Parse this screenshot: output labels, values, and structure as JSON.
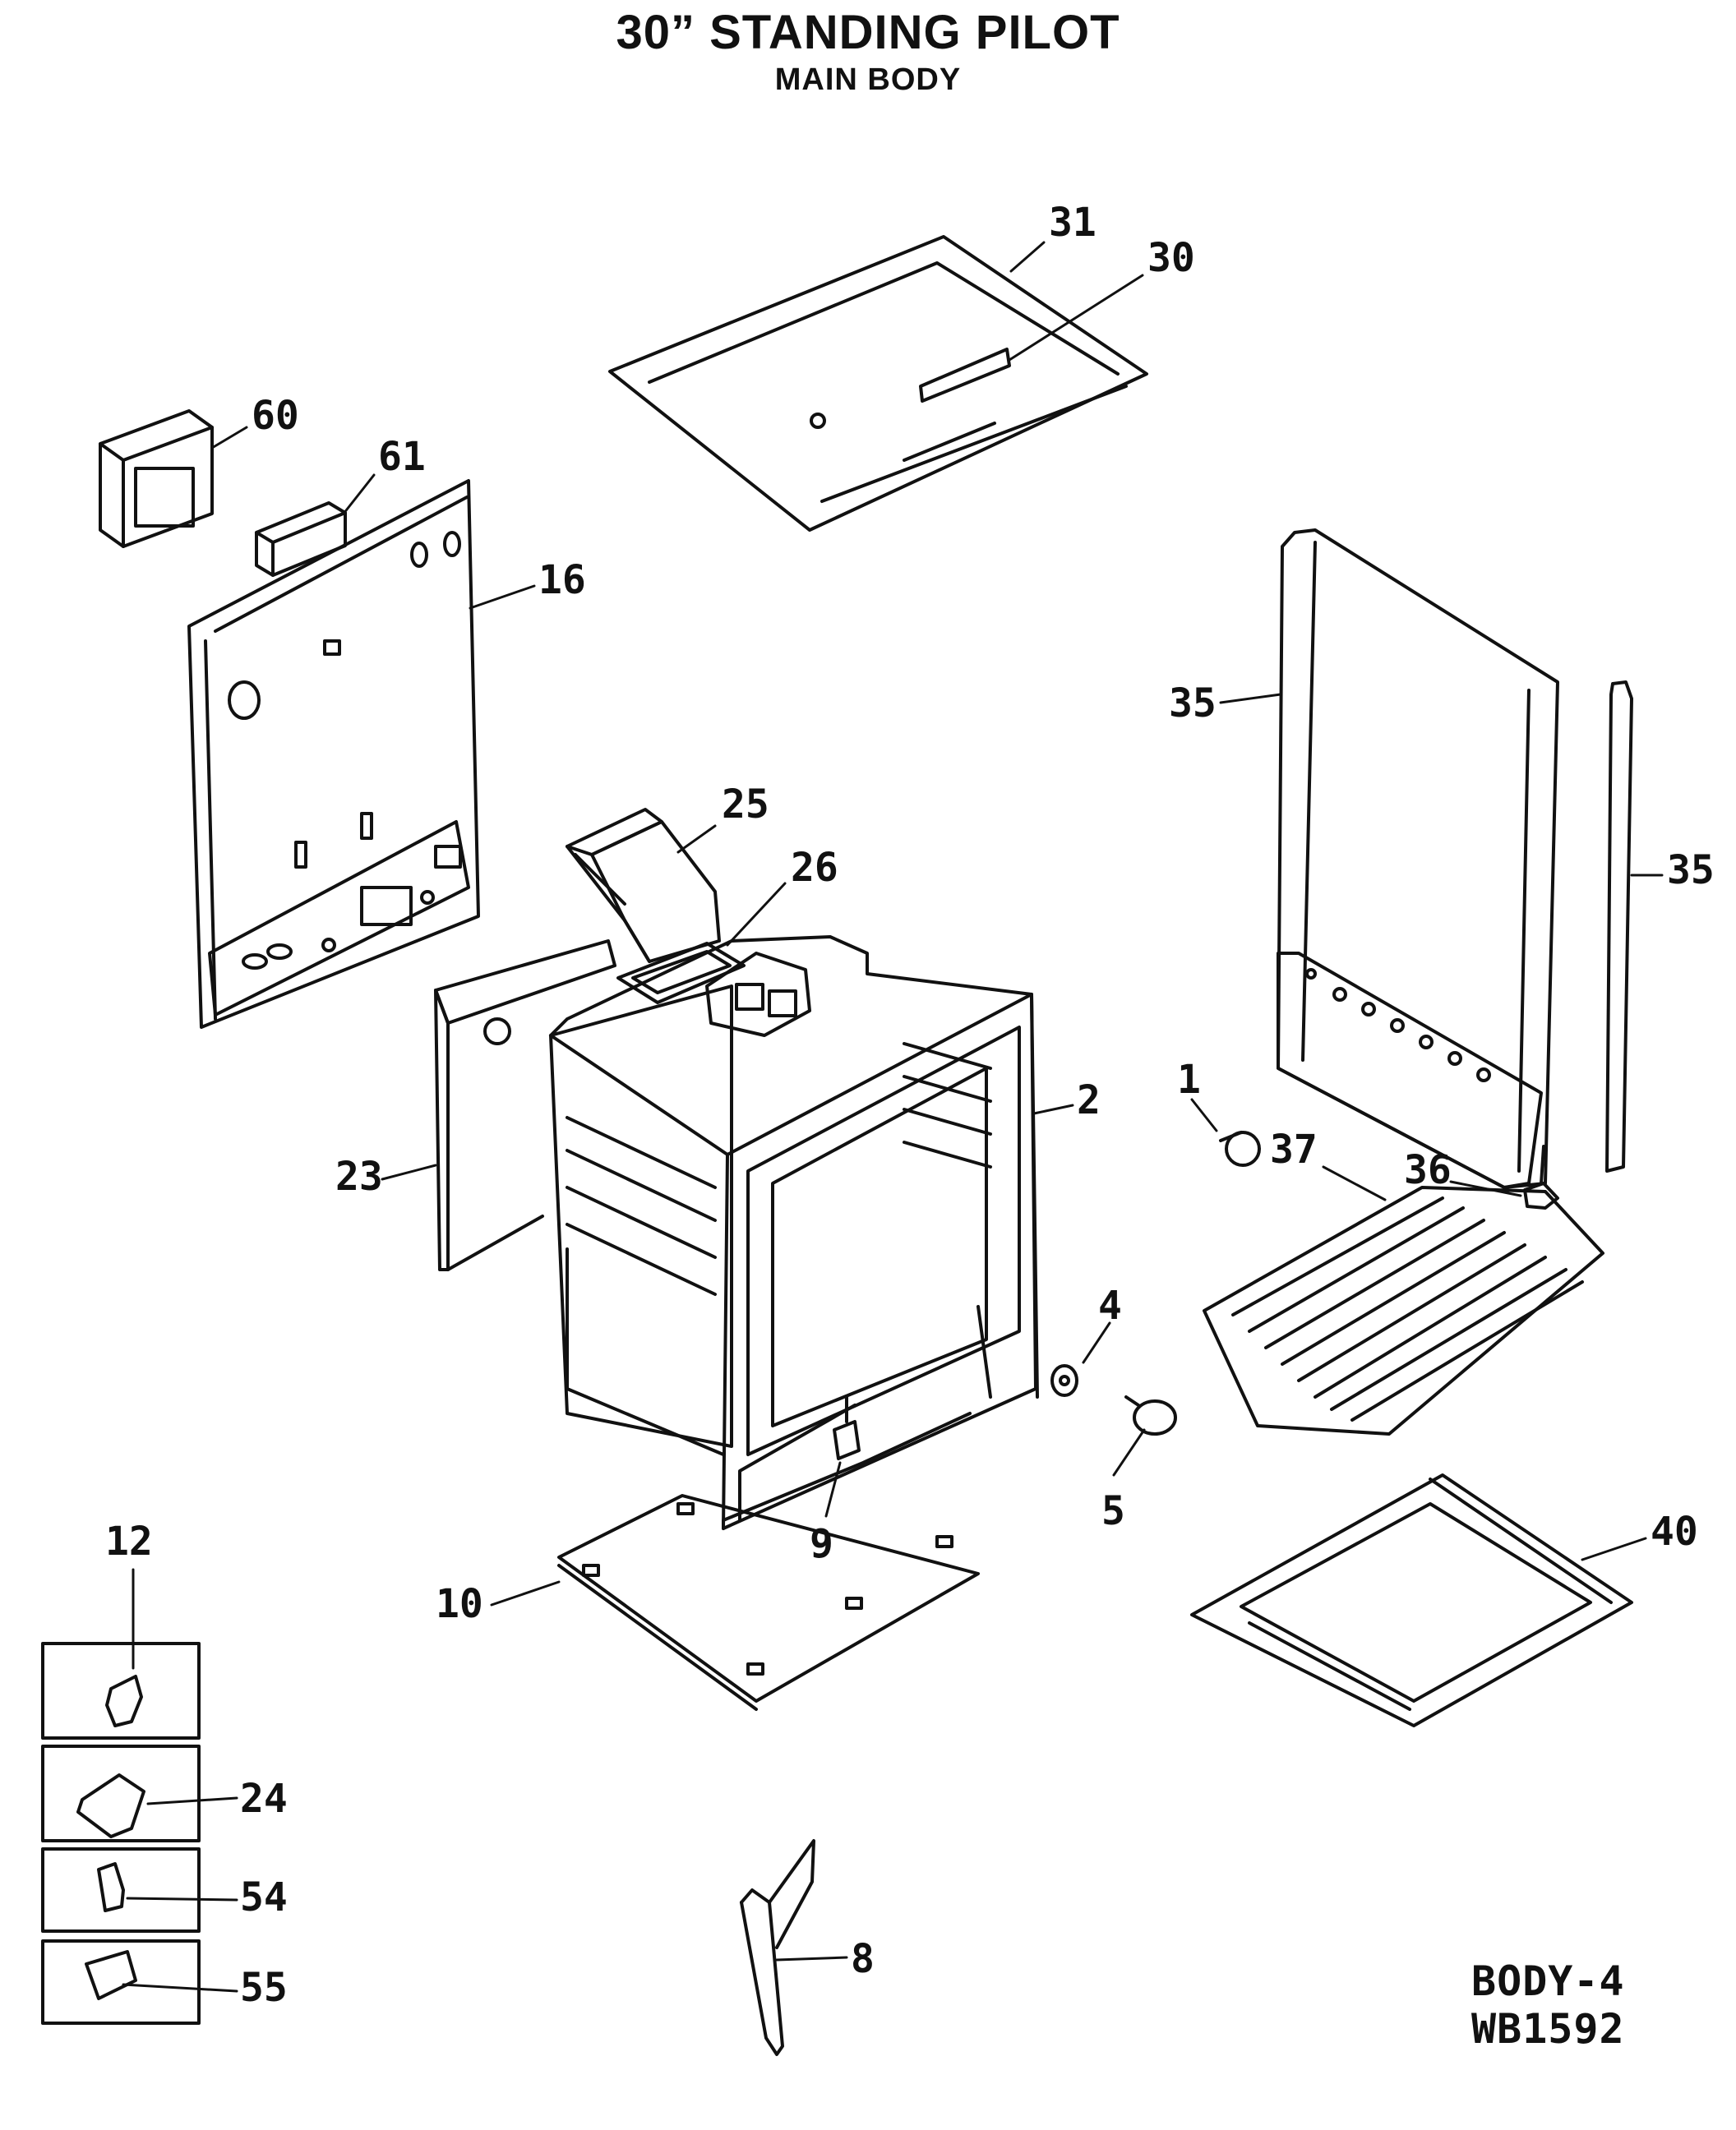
{
  "title": "30” STANDING PILOT",
  "subtitle": "MAIN BODY",
  "code_line1": "BODY-4",
  "code_line2": "WB1592",
  "callouts": {
    "c31": "31",
    "c30": "30",
    "c60": "60",
    "c61": "61",
    "c16": "16",
    "c35a": "35",
    "c35b": "35",
    "c25": "25",
    "c26": "26",
    "c2": "2",
    "c1": "1",
    "c36": "36",
    "c37": "37",
    "c23": "23",
    "c4": "4",
    "c5": "5",
    "c9": "9",
    "c10": "10",
    "c40": "40",
    "c12": "12",
    "c24": "24",
    "c54": "54",
    "c55": "55",
    "c8": "8"
  }
}
